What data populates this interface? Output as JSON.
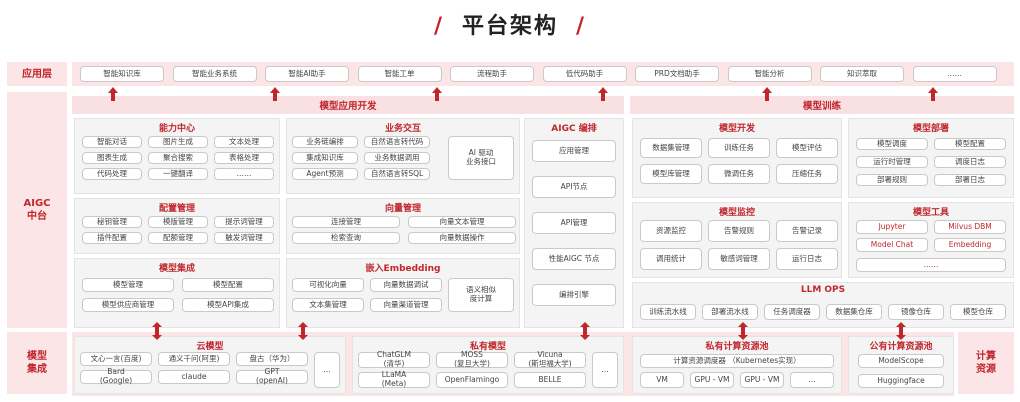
{
  "title": "平台架构",
  "slash": "/",
  "layers": {
    "app": "应用层",
    "aigc_line1": "AIGC",
    "aigc_line2": "中台",
    "model_line1": "模型",
    "model_line2": "集成",
    "compute_line1": "计算",
    "compute_line2": "资源"
  },
  "apps": [
    "智能知识库",
    "智能业务系统",
    "智能AI助手",
    "智能工单",
    "流程助手",
    "低代码助手",
    "PRD文档助手",
    "智能分析",
    "知识萃取",
    "……"
  ],
  "headers": {
    "model_app_dev": "模型应用开发",
    "model_training": "模型训练"
  },
  "capability": {
    "title": "能力中心",
    "items": [
      "智能对话",
      "图片生成",
      "文本处理",
      "图表生成",
      "聚合搜索",
      "表格处理",
      "代码处理",
      "一键翻译",
      "……"
    ]
  },
  "business": {
    "title": "业务交互",
    "items": [
      "业务链编排",
      "自然语言转代码",
      "集成知识库",
      "业务数据调用",
      "Agent预测",
      "自然语言转SQL"
    ],
    "ai_driver": "AI 驱动\n业务接口"
  },
  "config": {
    "title": "配置管理",
    "items": [
      "秘钥管理",
      "模版管理",
      "提示词管理",
      "插件配置",
      "配额管理",
      "触发词管理"
    ]
  },
  "vector": {
    "title": "向量管理",
    "items": [
      "连接管理",
      "向量文本管理",
      "检索查询",
      "向量数据操作"
    ]
  },
  "model_integration": {
    "title": "模型集成",
    "items": [
      "模型管理",
      "模型配置",
      "模型供应商管理",
      "模型API集成"
    ]
  },
  "embedding": {
    "title": "嵌入Embedding",
    "items": [
      "可视化向量",
      "向量数据调试",
      "文本集管理",
      "向量渠道管理"
    ],
    "similar": "语义相似\n度计算"
  },
  "aigc_orch": {
    "title": "AIGC 编排",
    "items": [
      "应用管理",
      "API节点",
      "API管理",
      "性能AIGC 节点",
      "编排引擎"
    ]
  },
  "model_dev": {
    "title": "模型开发",
    "items": [
      "数据集管理",
      "训练任务",
      "模型评估",
      "模型库管理",
      "微调任务",
      "压缩任务"
    ]
  },
  "model_deploy": {
    "title": "模型部署",
    "items": [
      "模型调度",
      "模型配置",
      "运行时管理",
      "调度日志",
      "部署规则",
      "部署日志"
    ]
  },
  "model_monitor": {
    "title": "模型监控",
    "items": [
      "资源监控",
      "告警规则",
      "告警记录",
      "调用统计",
      "敏感词管理",
      "运行日志"
    ]
  },
  "model_tools": {
    "title": "模型工具",
    "items": [
      "Jupyter",
      "Milvus DBM",
      "Model Chat",
      "Embedding",
      "……"
    ]
  },
  "llmops": {
    "title": "LLM OPS",
    "items": [
      "训练流水线",
      "部署流水线",
      "任务调度器",
      "数据集仓库",
      "镜像仓库",
      "模型仓库"
    ]
  },
  "cloud_models": {
    "title": "云模型",
    "items": [
      "文心一言(百度)",
      "通义千问(阿里)",
      "盘古（华为）",
      "Bard\n(Google)",
      "claude",
      "GPT\n(openAI)"
    ],
    "more": "…"
  },
  "private_models": {
    "title": "私有模型",
    "items": [
      "ChatGLM\n(清华)",
      "MOSS\n(复旦大学)",
      "Vicuna\n(斯坦福大学)",
      "LLaMA\n(Meta)",
      "OpenFlamingo",
      "BELLE"
    ],
    "more": "…"
  },
  "private_compute": {
    "title": "私有计算资源池",
    "scheduler": "计算资源调度器 （Kubernetes实现）",
    "items": [
      "VM",
      "GPU - VM",
      "GPU - VM",
      "…"
    ]
  },
  "public_compute": {
    "title": "公有计算资源池",
    "items": [
      "ModelScope",
      "Huggingface"
    ]
  },
  "colors": {
    "accent": "#c0272d",
    "band": "#fbe5e6",
    "panel": "#f4f4f4"
  }
}
